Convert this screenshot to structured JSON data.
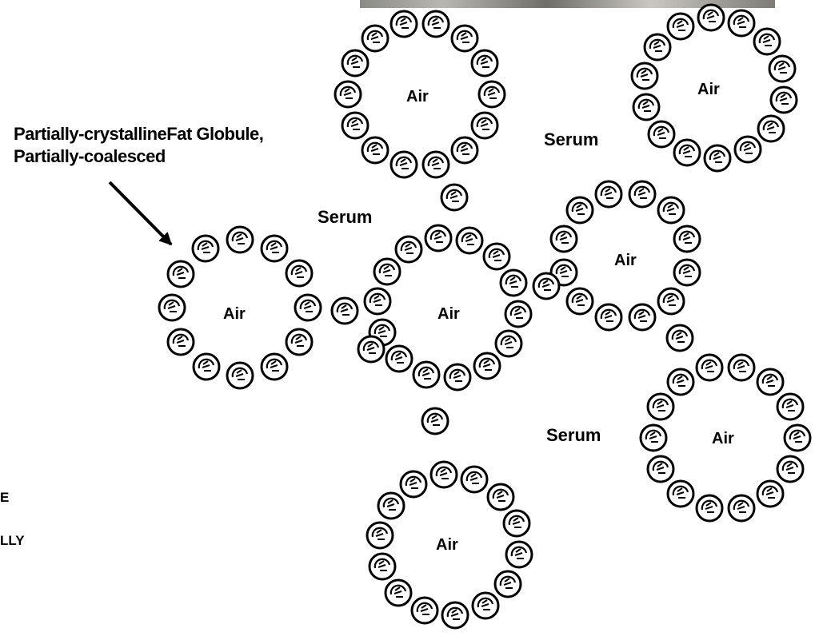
{
  "callout": {
    "line1": "Partially-crystallineFat Globule,",
    "line2": "Partially-coalesced"
  },
  "serum_labels": [
    "Serum",
    "Serum",
    "Serum"
  ],
  "air_labels": [
    "Air",
    "Air",
    "Air",
    "Air",
    "Air",
    "Air",
    "Air"
  ],
  "edge_fragment": {
    "line1": "E",
    "line2": "LLY"
  },
  "colors": {
    "ink": "#000000",
    "background": "#ffffff"
  },
  "icons": {
    "globule": "fat-globule-icon",
    "arrow": "arrow-icon"
  }
}
